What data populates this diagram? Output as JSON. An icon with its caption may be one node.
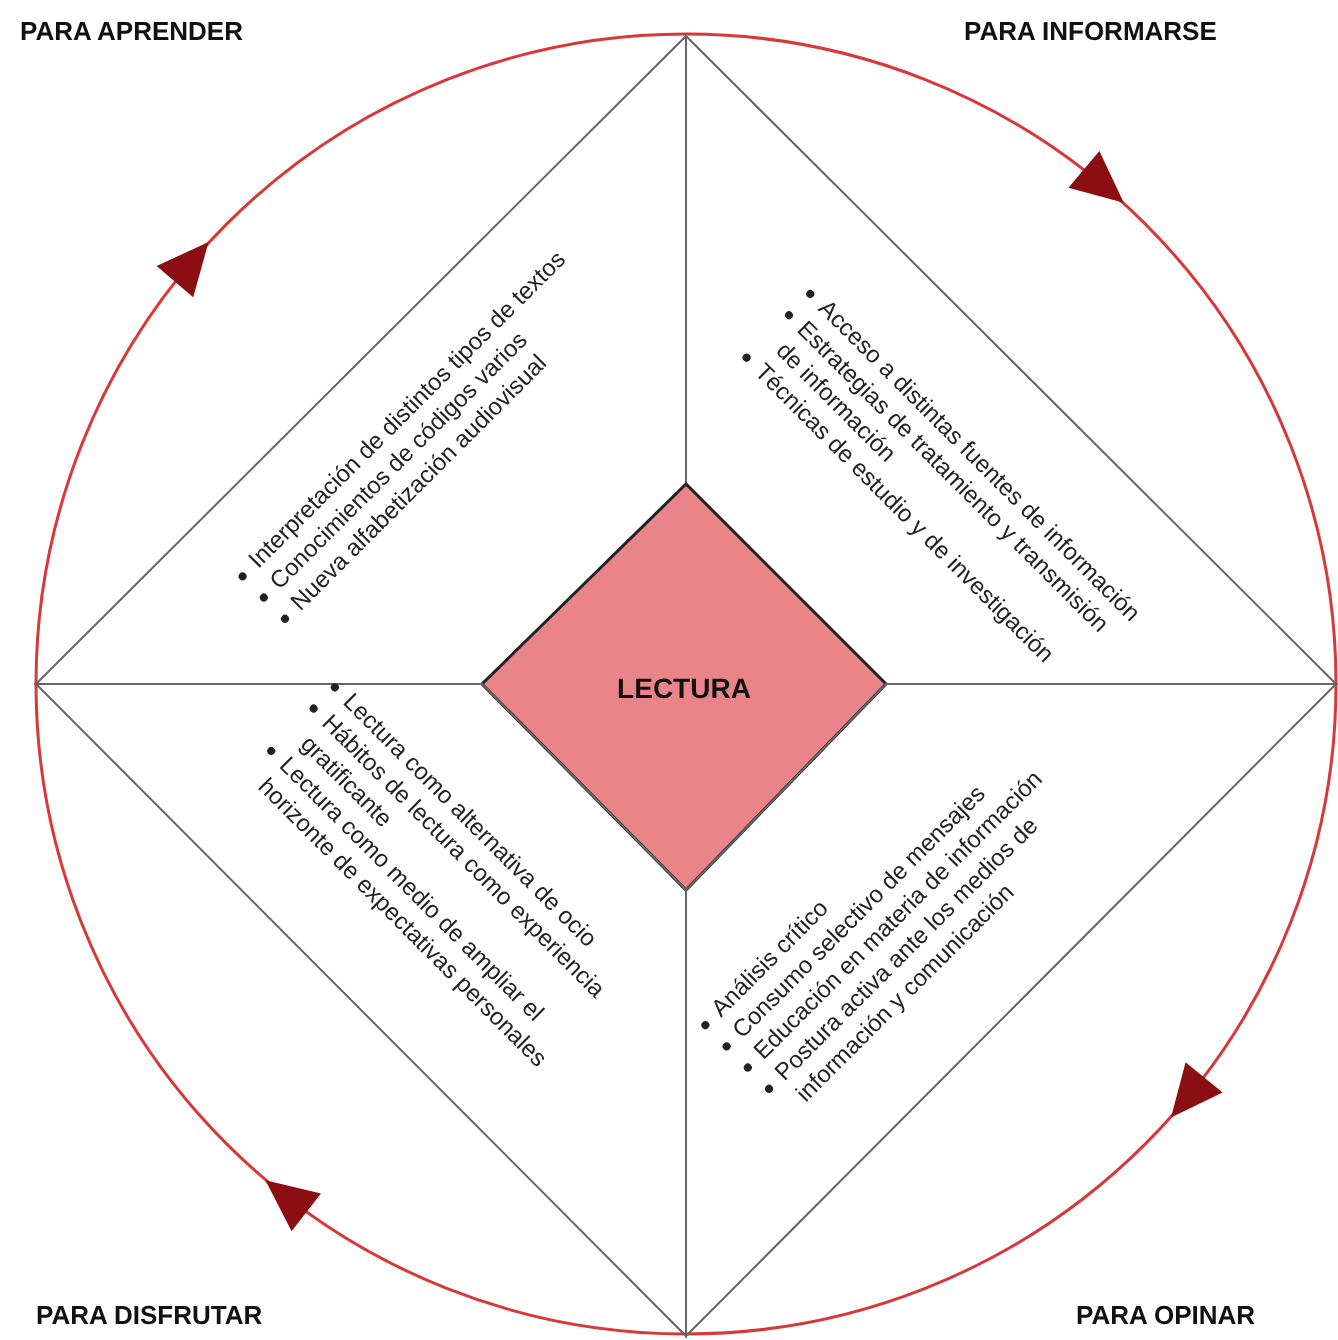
{
  "diagram": {
    "nodes": [
      {
        "text": [
          "Interpretación de distintos tipos de textos",
          "Conocimientos de códigos varios",
          "Nueva alfabetización audiovisual"
        ]
      },
      {
        "text": [
          "Acceso a distintas fuentes de información",
          "Estrategias de tratamiento y transmisión de información",
          "Técnicas de estudio y de investigación"
        ]
      },
      {
        "text": [
          "LECTURA"
        ]
      },
      {
        "text": [
          "Lectura como alternativa de ocio",
          "Hábitos de lectura como experiencia gratificante",
          "Lectura como medio de ampliar el horizonte de expectativas personales"
        ]
      },
      {
        "text": [
          "Análisis crítico",
          "Consumo selectivo de mensajes",
          "Educación en materia de información",
          "Postura activa ante los medios de información y comunicación"
        ]
      }
    ],
    "labels": [
      "PARA APRENDER",
      "PARA INFORMARSE",
      "PARA DISFRUTAR",
      "PARA OPINAR"
    ]
  }
}
